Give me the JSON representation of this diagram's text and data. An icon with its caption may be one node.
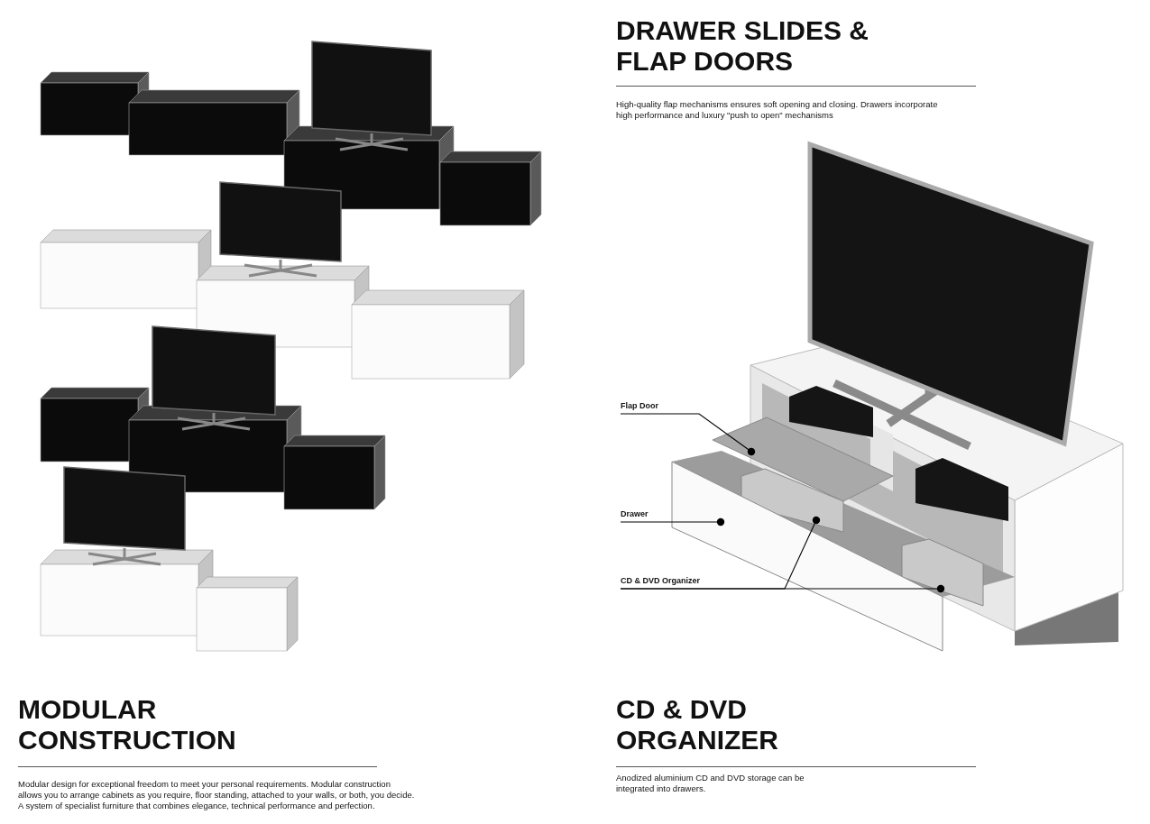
{
  "diagram": {
    "nodes": [
      {
        "text": [
          "Flap Door"
        ]
      },
      {
        "text": [],
        "shape": "picture"
      },
      {
        "text": [
          "Drawer"
        ]
      },
      {
        "text": [],
        "shape": "picture"
      },
      {
        "text": [
          "CD & DVD Organizer"
        ]
      },
      {
        "text": [],
        "shape": "picture"
      },
      {
        "text": [],
        "shape": "picture"
      }
    ],
    "edges": [
      {
        "from": 0,
        "to": 1,
        "arrow": "other"
      },
      {
        "from": 2,
        "to": 3,
        "arrow": "other"
      },
      {
        "from": 4,
        "to": 5,
        "arrow": "other"
      },
      {
        "from": 4,
        "to": 6,
        "arrow": "other"
      }
    ],
    "labels": [
      "MODULAR CONSTRUCTION",
      "Modular design for exceptional freedom to meet your personal requirements. Modular construction allows you to arrange cabinets as you require, floor standing, attached to your walls, or both, you decide. A system of specialist furniture that combines elegance, technical performance and perfection.",
      "DRAWER SLIDES & FLAP DOORS",
      "High-quality flap mechanisms ensures soft opening and closing. Drawers incorporate high performance and luxury \"push to open\" mechanisms",
      "CD & DVD ORGANIZER",
      "Anodized aluminium CD and DVD storage can be integrated into drawers."
    ]
  }
}
